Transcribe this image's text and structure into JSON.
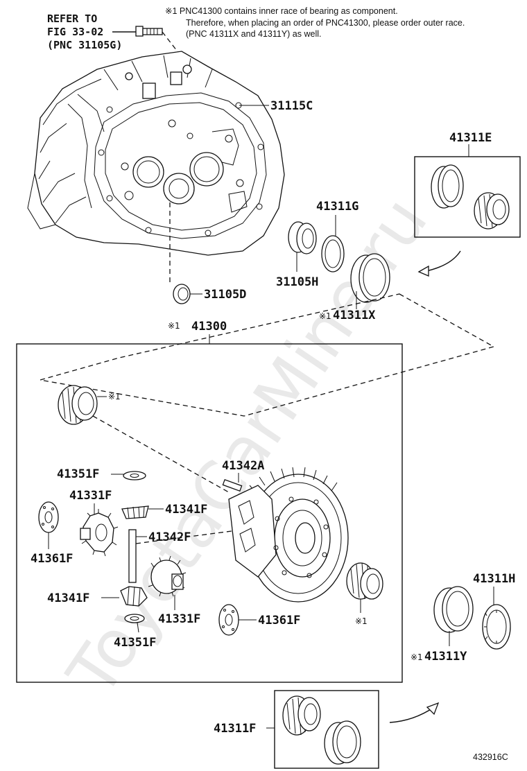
{
  "header": {
    "refer_line1": "REFER TO",
    "refer_line2": "FIG 33-02",
    "refer_line3": "(PNC 31105G)",
    "note_line1": "※1 PNC41300 contains inner race of bearing as component.",
    "note_line2": "Therefore, when placing an order of PNC41300, please order outer race.",
    "note_line3": "(PNC 41311X and 41311Y) as well."
  },
  "labels": {
    "case": "31115C",
    "kit_e": "41311E",
    "shim_g": "41311G",
    "seal_h": "31105H",
    "seal_d": "31105D",
    "race_x": "41311X",
    "race_x_mark": "※1",
    "assy": "41300",
    "assy_mark": "※1",
    "bearing_mark_top": "※1",
    "bearing_mark_bottom": "※1",
    "pin_a": "41342A",
    "washer_top": "41351F",
    "gear_top": "41331F",
    "pinion_top": "41341F",
    "shaft": "41342F",
    "washer_left": "41361F",
    "pinion_bottom": "41341F",
    "gear_bottom": "41331F",
    "washer_right": "41361F",
    "washer_bottom": "41351F",
    "shim_h": "41311H",
    "race_y": "41311Y",
    "race_y_mark": "※1",
    "kit_f": "41311F",
    "illustration_no": "432916C"
  },
  "watermark": "ToyotaCarMine.ru",
  "icons": [
    "bolt-icon",
    "transaxle-case-icon",
    "oil-seal-icon",
    "bearing-race-icon",
    "tapered-bearing-icon",
    "shim-icon",
    "ring-gear-icon",
    "pinion-gear-icon",
    "side-gear-icon",
    "thrust-washer-icon",
    "pinion-shaft-icon",
    "straight-pin-icon",
    "arrow-icon"
  ]
}
